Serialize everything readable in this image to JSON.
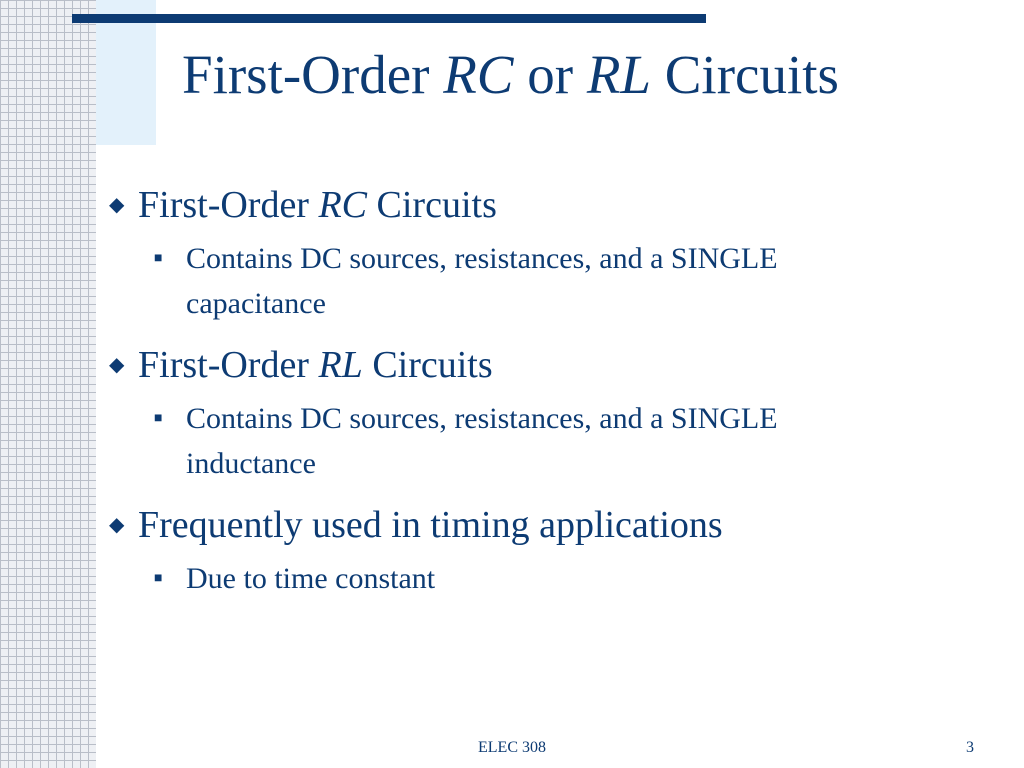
{
  "slide": {
    "title": {
      "part1": "First-Order ",
      "part2": "RC",
      "part3": " or ",
      "part4": "RL",
      "part5": " Circuits"
    },
    "bullets": [
      {
        "prefix": "First-Order ",
        "emph": "RC",
        "suffix": " Circuits",
        "sub": "Contains DC sources, resistances, and a SINGLE capacitance"
      },
      {
        "prefix": "First-Order ",
        "emph": "RL",
        "suffix": " Circuits",
        "sub": "Contains DC sources, resistances, and a SINGLE inductance"
      },
      {
        "prefix": "Frequently used in timing applications",
        "emph": "",
        "suffix": "",
        "sub": "Due to time constant"
      }
    ],
    "bullet_icons": {
      "level1": "diamond-bullet-icon",
      "level2": "square-bullet-icon"
    },
    "footer": {
      "course": "ELEC 308",
      "page_number": "3"
    },
    "colors": {
      "text": "#0d3b73",
      "accent_block": "#e3f1fb",
      "bar": "#0d3b73"
    }
  }
}
